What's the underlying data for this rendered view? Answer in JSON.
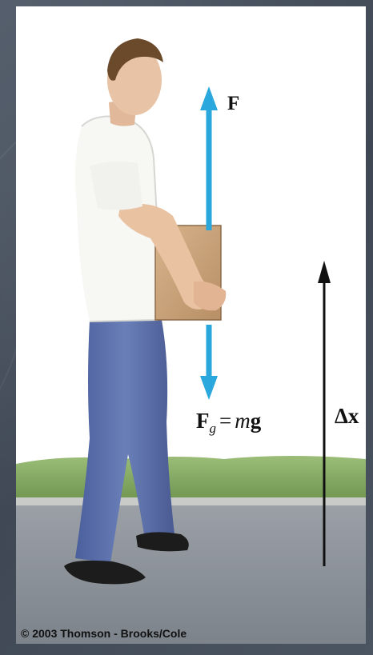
{
  "labels": {
    "applied_force": "F",
    "gravity_symbol": "F",
    "gravity_subscript": "g",
    "gravity_equals": "=",
    "gravity_mass": "m",
    "gravity_accel": "g",
    "displacement": "Δx"
  },
  "copyright": "© 2003 Thomson - Brooks/Cole",
  "colors": {
    "force_arrow": "#2aa7dc",
    "displacement_arrow": "#111111",
    "grass": "#7fa35c",
    "road": "#8f949b"
  }
}
